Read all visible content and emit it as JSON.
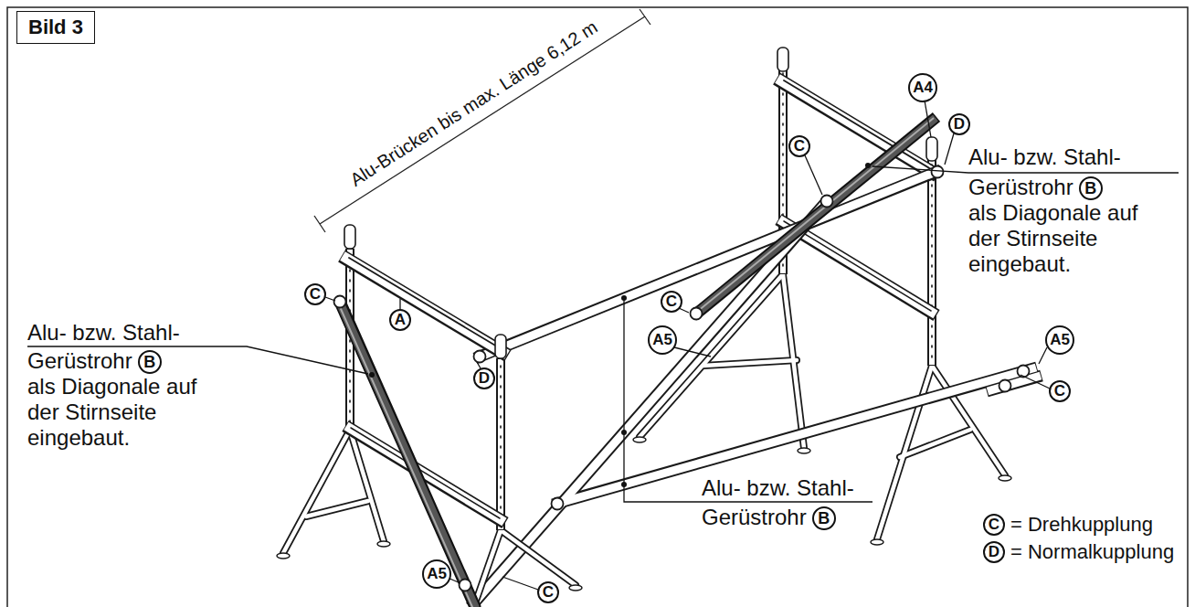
{
  "diagram": {
    "title": "Bild 3",
    "labels": [
      "Alu-Brücken bis max. Länge 6,12 m",
      "A4",
      "C",
      "D",
      "Alu- bzw. Stahl-",
      "Gerüstrohr",
      "B",
      "als Diagonale auf der Stirnseite eingebaut.",
      "C",
      "A",
      "Alu- bzw. Stahl-",
      "Gerüstrohr",
      "B",
      "als Diagonale auf der Stirnseite eingebaut.",
      "D",
      "C",
      "A5",
      "A5",
      "C",
      "Alu- bzw. Stahl-",
      "Gerüstrohr",
      "B",
      "C",
      "= Drehkupplung",
      "D",
      "= Normalkupplung",
      "A5",
      "C"
    ]
  }
}
